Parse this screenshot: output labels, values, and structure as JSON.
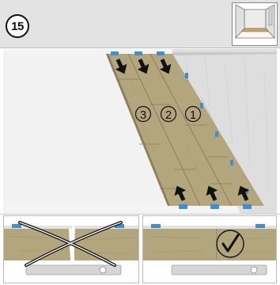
{
  "step": {
    "number": "15"
  },
  "plank_labels": [
    "3",
    "2",
    "1"
  ],
  "colors": {
    "header_background": "#e3e3e3",
    "plank": "#b3a57c",
    "plank_dark": "#968a63",
    "wall": "#dcdcdc",
    "floor": "#f3f3f3",
    "spacer": "#3d8fd4",
    "leveler": "#d6d6d6"
  },
  "icons": {
    "step_badge": "numbered-circle",
    "overview": "room-overview-icon",
    "direction": "arrow-icon",
    "incorrect": "cross-mark-icon",
    "correct": "check-mark-icon"
  }
}
